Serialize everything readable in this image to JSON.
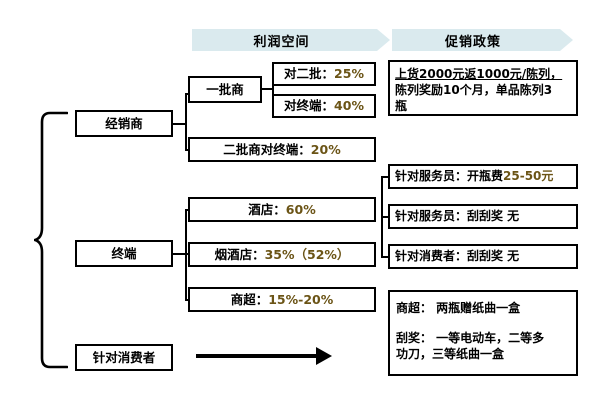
{
  "banners": {
    "profit": "利润空间",
    "promotion": "促销政策"
  },
  "channels": {
    "distributor": "经销商",
    "terminal": "终端",
    "consumer": "针对消费者"
  },
  "profit_boxes": {
    "first_tier": "一批商",
    "to_second_tier_label": "对二批：",
    "to_second_tier_value": "25%",
    "to_terminal_label": "对终端：",
    "to_terminal_value": "40%",
    "second_to_terminal_label": "二批商对终端：",
    "second_to_terminal_value": "20%",
    "hotel_label": "酒店：",
    "hotel_value": "60%",
    "tobacco_shop_label": "烟酒店：",
    "tobacco_shop_value": "35%（52%）",
    "supermarket_label": "商超：",
    "supermarket_value": "15%-20%"
  },
  "promotion_boxes": {
    "distributor_policy_line1": "上货2000元返1000元/陈列，",
    "distributor_policy_line2": "陈列奖励10个月，单品陈列3",
    "distributor_policy_line3": "瓶",
    "waiter_open_bottle": "针对服务员：开瓶费 ",
    "waiter_open_bottle_value": "25-50元",
    "waiter_scratch": "针对服务员：刮刮奖  无",
    "consumer_scratch": "针对消费者：刮刮奖  无",
    "supermarket_gift_line1": "商超：  两瓶赠纸曲一盒",
    "supermarket_gift_line2": "刮奖：  一等电动车，二等多",
    "supermarket_gift_line3": "功刀，三等纸曲一盒"
  },
  "colors": {
    "banner_bg": "#daeaee",
    "number_color": "#6b5416",
    "line_color": "#000000"
  }
}
